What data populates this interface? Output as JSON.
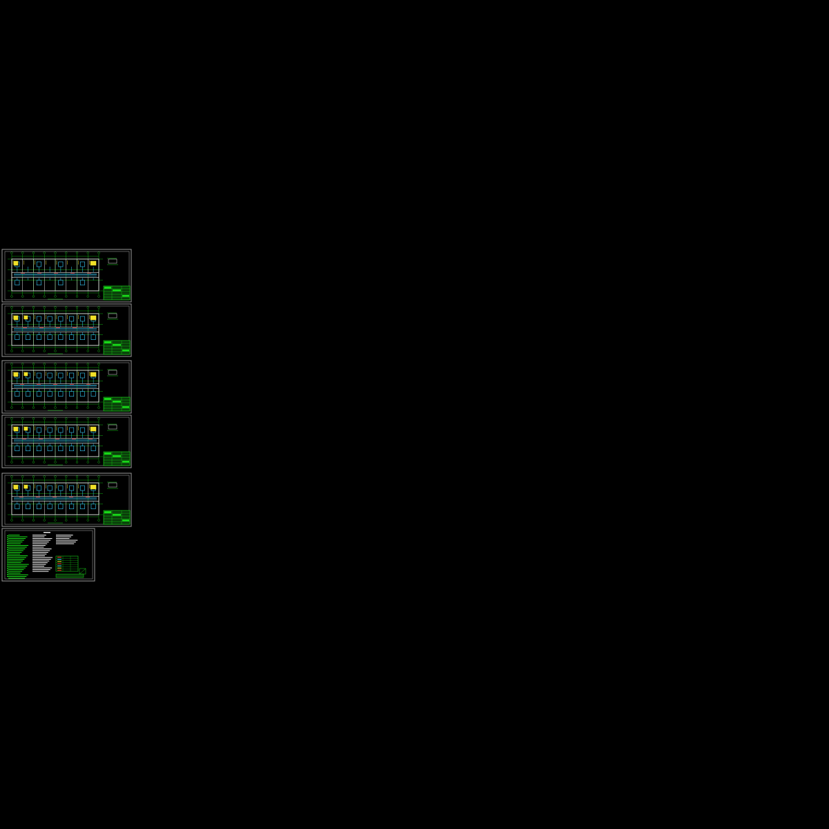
{
  "colors": {
    "background": "#000000",
    "frame": "#9a9a9a",
    "grid": "#18d818",
    "wall": "#e8e8e8",
    "pipe": "#3ad0ff",
    "fixture": "#f0e028",
    "accent_red": "#ff2a2a",
    "title_block": "#18d818"
  },
  "sheets": [
    {
      "kind": "plan",
      "variant": 1
    },
    {
      "kind": "plan",
      "variant": 2
    },
    {
      "kind": "plan",
      "variant": 3
    },
    {
      "kind": "plan",
      "variant": 4
    },
    {
      "kind": "plan",
      "variant": 5
    },
    {
      "kind": "notes",
      "variant": 0
    }
  ],
  "icons": [
    "title-block-icon",
    "north-arrow-icon",
    "legend-icon"
  ]
}
